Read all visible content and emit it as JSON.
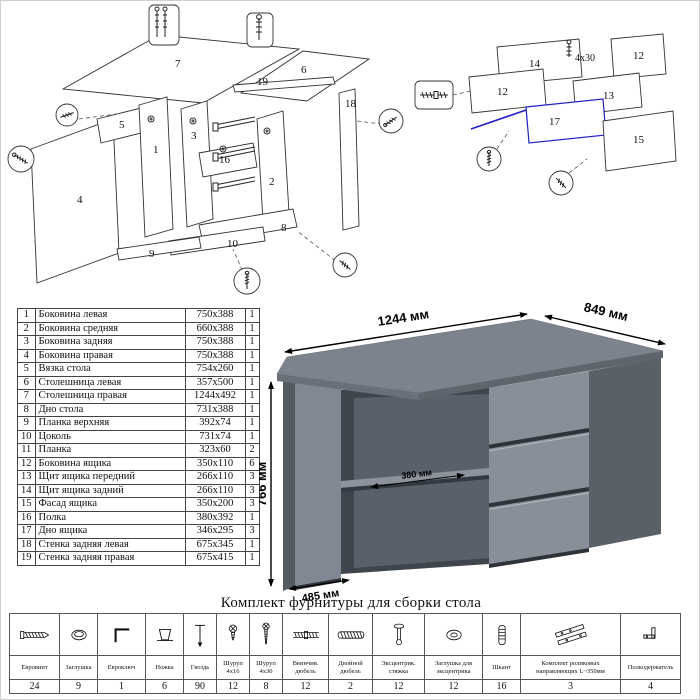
{
  "diagrams": {
    "left": {
      "numbers": [
        "7",
        "6",
        "19",
        "18",
        "5",
        "3",
        "1",
        "16",
        "2",
        "9",
        "10",
        "8",
        "4"
      ]
    },
    "right": {
      "numbers": [
        "14",
        "12",
        "12",
        "13",
        "17",
        "15"
      ],
      "screw_note": "4x30"
    }
  },
  "desk": {
    "dims": {
      "width": "1244 мм",
      "depth": "849 мм",
      "height": "766 мм",
      "shelf_depth": "380 мм",
      "left_depth": "485 мм"
    }
  },
  "parts_table": {
    "rows": [
      {
        "num": "1",
        "name": "Боковина левая",
        "size": "750x388",
        "qty": "1"
      },
      {
        "num": "2",
        "name": "Боковина средняя",
        "size": "660x388",
        "qty": "1"
      },
      {
        "num": "3",
        "name": "Боковина задняя",
        "size": "750x388",
        "qty": "1"
      },
      {
        "num": "4",
        "name": "Боковина правая",
        "size": "750x388",
        "qty": "1"
      },
      {
        "num": "5",
        "name": "Вязка стола",
        "size": "754x260",
        "qty": "1"
      },
      {
        "num": "6",
        "name": "Столешница левая",
        "size": "357x500",
        "qty": "1"
      },
      {
        "num": "7",
        "name": "Столешница правая",
        "size": "1244x492",
        "qty": "1"
      },
      {
        "num": "8",
        "name": "Дно стола",
        "size": "731x388",
        "qty": "1"
      },
      {
        "num": "9",
        "name": "Планка верхняя",
        "size": "392x74",
        "qty": "1"
      },
      {
        "num": "10",
        "name": "Цоколь",
        "size": "731x74",
        "qty": "1"
      },
      {
        "num": "11",
        "name": "Планка",
        "size": "323x60",
        "qty": "2"
      },
      {
        "num": "12",
        "name": "Боковина ящика",
        "size": "350x110",
        "qty": "6"
      },
      {
        "num": "13",
        "name": "Щит ящика передний",
        "size": "266x110",
        "qty": "3"
      },
      {
        "num": "14",
        "name": "Щит ящика задний",
        "size": "266x110",
        "qty": "3"
      },
      {
        "num": "15",
        "name": "Фасад ящика",
        "size": "350x200",
        "qty": "3"
      },
      {
        "num": "16",
        "name": "Полка",
        "size": "380x392",
        "qty": "1"
      },
      {
        "num": "17",
        "name": "Дно ящика",
        "size": "346x295",
        "qty": "3"
      },
      {
        "num": "18",
        "name": "Стенка задняя левая",
        "size": "675x345",
        "qty": "1"
      },
      {
        "num": "19",
        "name": "Стенка задняя правая",
        "size": "675x415",
        "qty": "1"
      }
    ]
  },
  "hardware": {
    "title": "Комплект фурнитуры для сборки стола",
    "items": [
      {
        "label": "Евровинт",
        "qty": "24",
        "icon": "confirmat-screw-icon"
      },
      {
        "label": "Заглушка",
        "qty": "9",
        "icon": "cap-icon"
      },
      {
        "label": "Евроключ",
        "qty": "1",
        "icon": "hex-key-icon"
      },
      {
        "label": "Ножка",
        "qty": "6",
        "icon": "foot-icon"
      },
      {
        "label": "Гвоздь",
        "qty": "90",
        "icon": "nail-icon"
      },
      {
        "label": "Шуруп 4x16",
        "qty": "12",
        "icon": "screw-4x16-icon"
      },
      {
        "label": "Шуруп 4x30",
        "qty": "8",
        "icon": "screw-4x30-icon"
      },
      {
        "label": "Ввинчив. дюбель",
        "qty": "12",
        "icon": "screw-in-dowel-icon"
      },
      {
        "label": "Двойной дюбель",
        "qty": "2",
        "icon": "double-dowel-icon"
      },
      {
        "label": "Эксцентрик. стяжка",
        "qty": "12",
        "icon": "cam-bolt-icon"
      },
      {
        "label": "Заглушка для эксцентрика",
        "qty": "12",
        "icon": "cam-cap-icon"
      },
      {
        "label": "Шкант",
        "qty": "16",
        "icon": "wood-dowel-icon"
      },
      {
        "label": "Комплект роликовых направляющих L~350мм",
        "qty": "3",
        "icon": "roller-slides-icon"
      },
      {
        "label": "Полкодержатель",
        "qty": "4",
        "icon": "shelf-holder-icon"
      }
    ]
  }
}
